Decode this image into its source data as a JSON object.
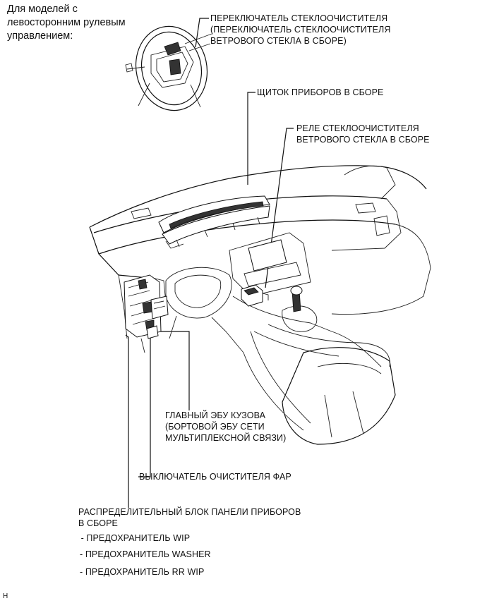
{
  "note": "Для моделей с\nлевосторонним рулевым\nуправлением:",
  "labels": {
    "wiper_switch": "ПЕРЕКЛЮЧАТЕЛЬ СТЕКЛООЧИСТИТЕЛЯ\n(ПЕРЕКЛЮЧАТЕЛЬ СТЕКЛООЧИСТИТЕЛЯ\nВЕТРОВОГО СТЕКЛА В СБОРЕ)",
    "combination_meter": "ЩИТОК ПРИБОРОВ В СБОРЕ",
    "wiper_relay": "РЕЛЕ СТЕКЛООЧИСТИТЕЛЯ\nВЕТРОВОГО СТЕКЛА В СБОРЕ",
    "main_body_ecu": "ГЛАВНЫЙ ЭБУ КУЗОВА\n(БОРТОВОЙ ЭБУ СЕТИ\nМУЛЬТИПЛЕКСНОЙ СВЯЗИ)",
    "headlamp_cleaner_switch": "ВЫКЛЮЧАТЕЛЬ ОЧИСТИТЕЛЯ ФАР",
    "junction_block": "РАСПРЕДЕЛИТЕЛЬНЫЙ БЛОК ПАНЕЛИ ПРИБОРОВ\nВ СБОРЕ",
    "fuse_wip": " - ПРЕДОХРАНИТЕЛЬ WIP",
    "fuse_washer": "- ПРЕДОХРАНИТЕЛЬ WASHER",
    "fuse_rr_wip": "- ПРЕДОХРАНИТЕЛЬ RR WIP"
  },
  "footer_code": "H"
}
